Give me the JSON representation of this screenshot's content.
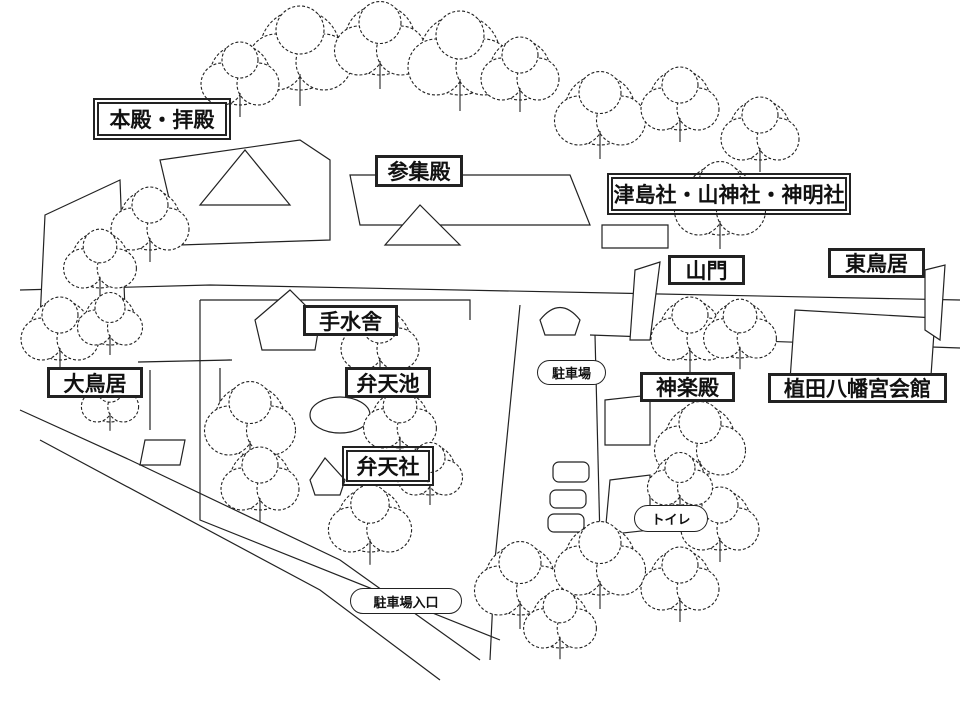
{
  "map": {
    "labels": {
      "honden": "本殿・拝殿",
      "sanshuden": "参集殿",
      "tsushima": "津島社・山神社・神明社",
      "sanmon": "山門",
      "higashi_torii": "東鳥居",
      "temizuya": "手水舎",
      "ootorii": "大鳥居",
      "benten_ike": "弁天池",
      "parking": "駐車場",
      "kaguraden": "神楽殿",
      "kaikan": "植田八幡宮会館",
      "bentensha": "弁天社",
      "toilet": "トイレ",
      "parking_entrance": "駐車場入口"
    },
    "colors": {
      "line": "#222222",
      "background": "#ffffff"
    }
  }
}
